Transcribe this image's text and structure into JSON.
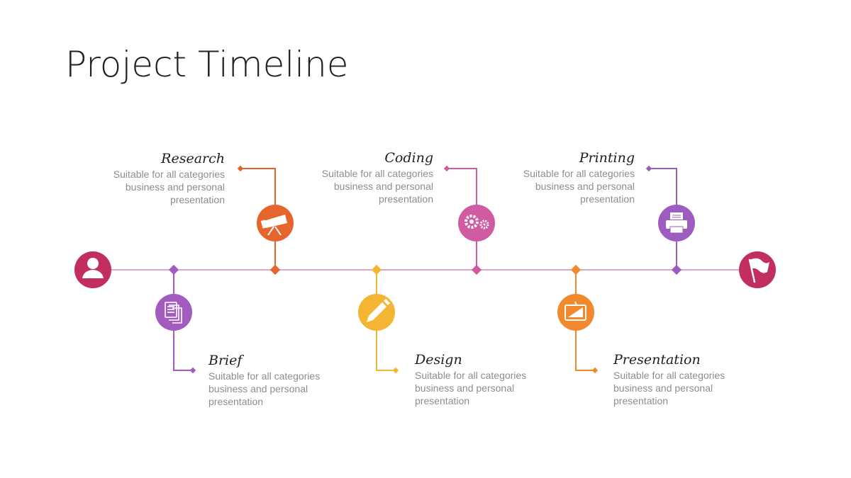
{
  "title": "Project Timeline",
  "colors": {
    "axis": "#d9a3c8",
    "start": "#c22f5f",
    "end": "#c22f5f",
    "purple": "#a25bbf",
    "orange_red": "#e5652d",
    "yellow": "#f4b533",
    "pink": "#d05ba1",
    "orange": "#f28a2d",
    "violet": "#9c5cc0"
  },
  "milestones": [
    {
      "id": "brief",
      "title": "Brief",
      "desc1": "Suitable for all categories",
      "desc2": "business and personal",
      "desc3": "presentation",
      "icon": "documents-icon",
      "color": "#a25bbf"
    },
    {
      "id": "research",
      "title": "Research",
      "desc1": "Suitable for all categories",
      "desc2": "business and personal",
      "desc3": "presentation",
      "icon": "telescope-icon",
      "color": "#e5652d"
    },
    {
      "id": "design",
      "title": "Design",
      "desc1": "Suitable for all categories",
      "desc2": "business and personal",
      "desc3": "presentation",
      "icon": "pencil-icon",
      "color": "#f4b533"
    },
    {
      "id": "coding",
      "title": "Coding",
      "desc1": "Suitable for all categories",
      "desc2": "business and personal",
      "desc3": "presentation",
      "icon": "gears-icon",
      "color": "#d05ba1"
    },
    {
      "id": "presentation",
      "title": "Presentation",
      "desc1": "Suitable for all categories",
      "desc2": "business and personal",
      "desc3": "presentation",
      "icon": "easel-icon",
      "color": "#f28a2d"
    },
    {
      "id": "printing",
      "title": "Printing",
      "desc1": "Suitable for all categories",
      "desc2": "business and personal",
      "desc3": "presentation",
      "icon": "printer-icon",
      "color": "#9c5cc0"
    }
  ],
  "start_icon": "person-icon",
  "end_icon": "flag-icon"
}
